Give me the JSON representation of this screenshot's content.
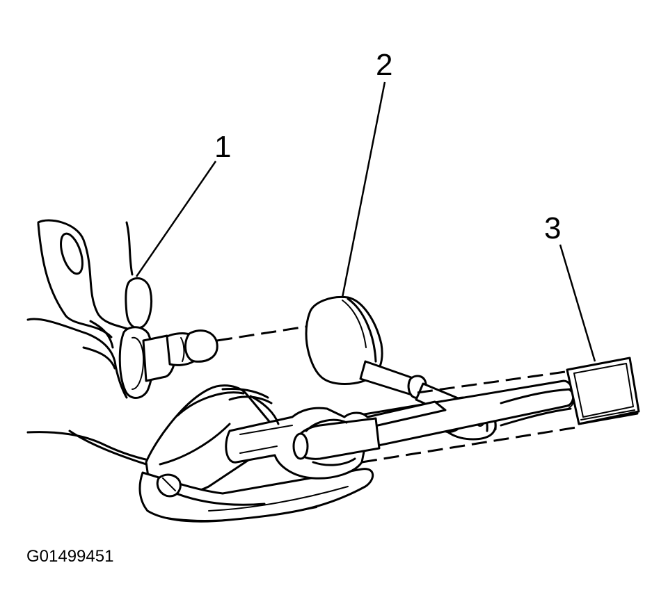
{
  "callouts": [
    {
      "label": "1"
    },
    {
      "label": "2"
    },
    {
      "label": "3"
    }
  ],
  "figure_id": "G01499451"
}
